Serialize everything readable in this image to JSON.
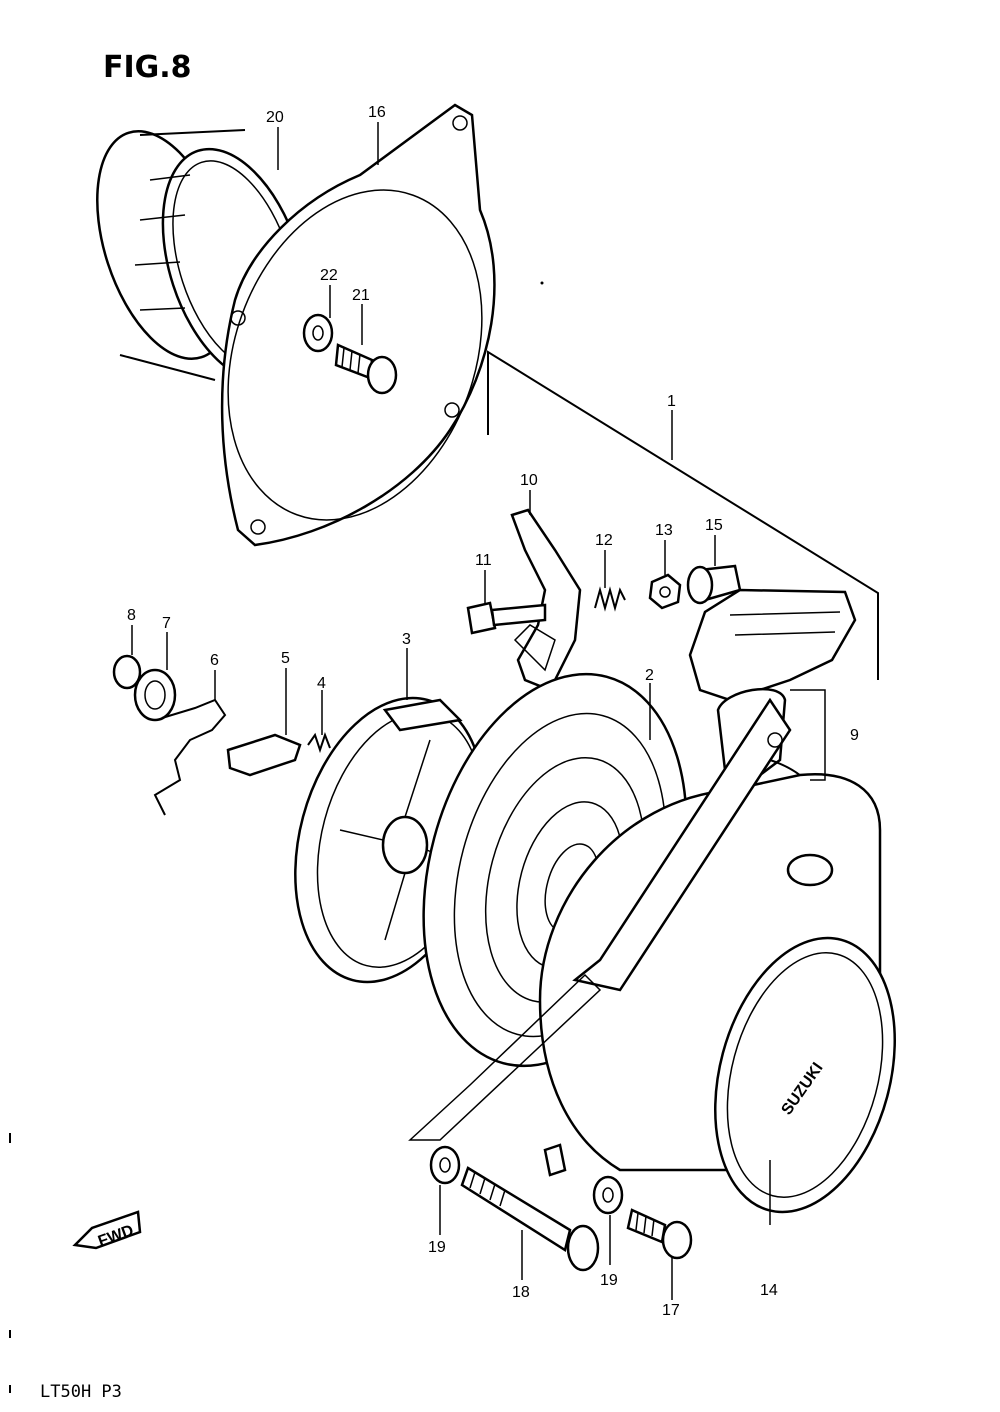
{
  "figure": {
    "title": "FIG.8",
    "footer": "LT50H P3",
    "fwd_label": "FWD"
  },
  "cover": {
    "brand": "SUZUKI"
  },
  "callouts": [
    {
      "id": "c1",
      "text": "1"
    },
    {
      "id": "c2",
      "text": "2"
    },
    {
      "id": "c3",
      "text": "3"
    },
    {
      "id": "c4",
      "text": "4"
    },
    {
      "id": "c5",
      "text": "5"
    },
    {
      "id": "c6",
      "text": "6"
    },
    {
      "id": "c7",
      "text": "7"
    },
    {
      "id": "c8",
      "text": "8"
    },
    {
      "id": "c9",
      "text": "9"
    },
    {
      "id": "c10",
      "text": "10"
    },
    {
      "id": "c11",
      "text": "11"
    },
    {
      "id": "c12",
      "text": "12"
    },
    {
      "id": "c13",
      "text": "13"
    },
    {
      "id": "c14",
      "text": "14"
    },
    {
      "id": "c15",
      "text": "15"
    },
    {
      "id": "c16",
      "text": "16"
    },
    {
      "id": "c17",
      "text": "17"
    },
    {
      "id": "c18",
      "text": "18"
    },
    {
      "id": "c19a",
      "text": "19"
    },
    {
      "id": "c19b",
      "text": "19"
    },
    {
      "id": "c20",
      "text": "20"
    },
    {
      "id": "c21",
      "text": "21"
    },
    {
      "id": "c22",
      "text": "22"
    }
  ]
}
